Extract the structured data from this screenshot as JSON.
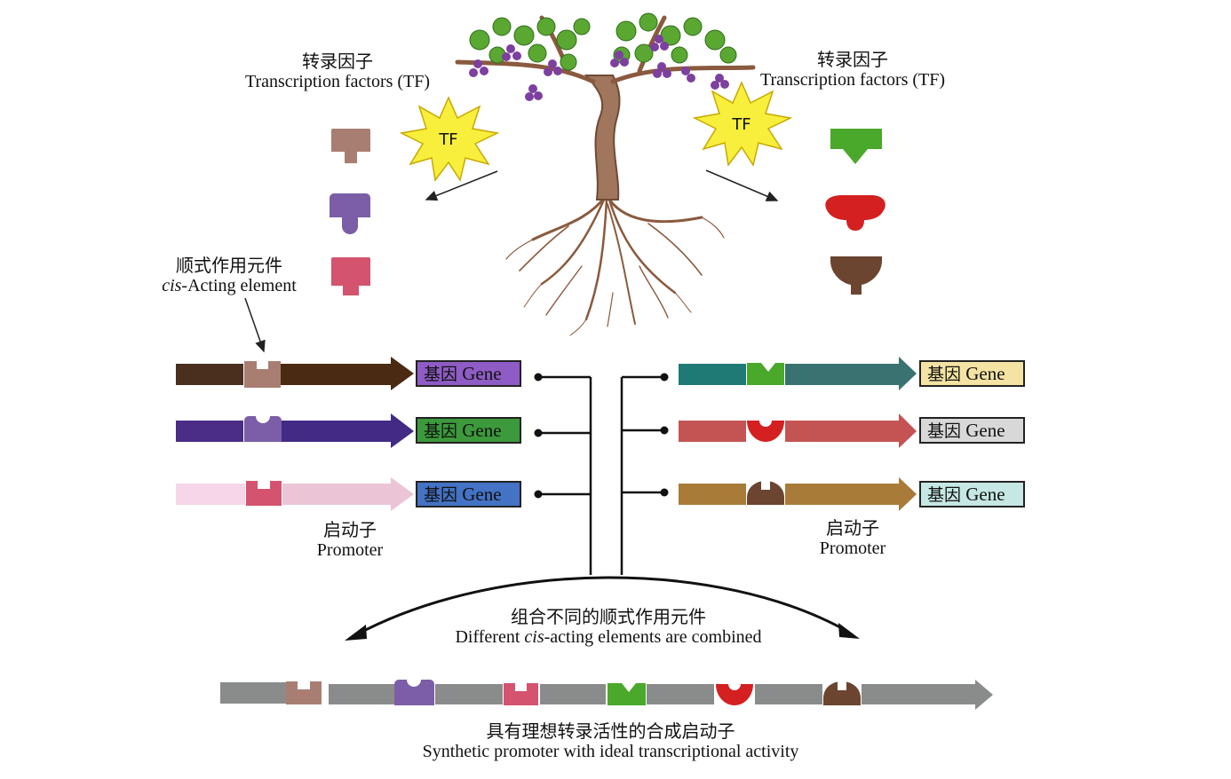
{
  "tf_left": {
    "zh": "转录因子",
    "en": "Transcription factors (TF)",
    "star": "TF"
  },
  "tf_right": {
    "zh": "转录因子",
    "en": "Transcription factors (TF)",
    "star": "TF"
  },
  "cis_label": {
    "zh": "顺式作用元件",
    "en_italic": "cis",
    "en_rest": "-Acting element"
  },
  "promoter_left": {
    "zh": "启动子",
    "en": "Promoter"
  },
  "promoter_right": {
    "zh": "启动子",
    "en": "Promoter"
  },
  "combine": {
    "zh": "组合不同的顺式作用元件",
    "en_pre": "Different ",
    "en_italic": "cis",
    "en_post": "-acting elements are combined"
  },
  "synthetic": {
    "zh": "具有理想转录活性的合成启动子",
    "en": "Synthetic promoter with ideal transcriptional activity"
  },
  "gene_label": {
    "zh": "基因",
    "en": "Gene"
  },
  "colors": {
    "tf_brown": "#a87e72",
    "tf_purple": "#7b5ea7",
    "tf_pink": "#d4536f",
    "tf_green": "#4aa82a",
    "tf_red": "#d42020",
    "tf_darkbrown": "#6b4530",
    "promoter_grey": "#8a8c8c",
    "star_fill": "#f7ef3c"
  },
  "genes_left": [
    {
      "name": "gene-box-purple",
      "color": "#8e5cc4"
    },
    {
      "name": "gene-box-green",
      "color": "#3c9a3c"
    },
    {
      "name": "gene-box-blue",
      "color": "#4472c4"
    }
  ],
  "genes_right": [
    {
      "name": "gene-box-yellow",
      "color": "#f5e3a3"
    },
    {
      "name": "gene-box-grey",
      "color": "#d8d8d8"
    },
    {
      "name": "gene-box-cyan",
      "color": "#c5e8e4"
    }
  ]
}
